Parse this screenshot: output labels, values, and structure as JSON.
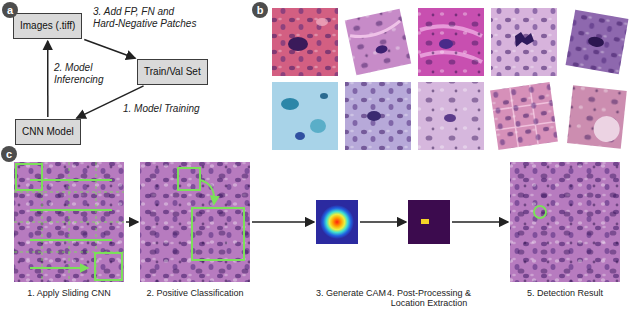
{
  "diagram": {
    "nodes": [
      {
        "text": [
          "Images (.tiff)"
        ]
      },
      {
        "text": [
          "Train/Val Set"
        ]
      },
      {
        "text": [
          "CNN Model"
        ]
      },
      {
        "text": [
          "1. Apply Sliding CNN"
        ]
      },
      {
        "text": [
          "2. Positive Classification"
        ]
      },
      {
        "text": [
          "3. Generate CAM"
        ]
      },
      {
        "text": [
          "4. Post-Processing & Location Extraction"
        ]
      },
      {
        "text": [
          "5. Detection Result"
        ]
      }
    ],
    "edges": [
      {
        "from": 1,
        "to": 2,
        "arrow": "to",
        "label": "1. Model Training"
      },
      {
        "from": 2,
        "to": 0,
        "arrow": "to",
        "label": "2. Model Inferencing"
      },
      {
        "from": 0,
        "to": 1,
        "arrow": "to",
        "label": "3. Add FP, FN and Hard-Negative Patches"
      },
      {
        "from": 3,
        "to": 4,
        "arrow": "to"
      },
      {
        "from": 4,
        "to": 5,
        "arrow": "to"
      },
      {
        "from": 5,
        "to": 6,
        "arrow": "to"
      },
      {
        "from": 6,
        "to": 7,
        "arrow": "to"
      }
    ],
    "labels": [
      "a",
      "b",
      "c"
    ]
  }
}
